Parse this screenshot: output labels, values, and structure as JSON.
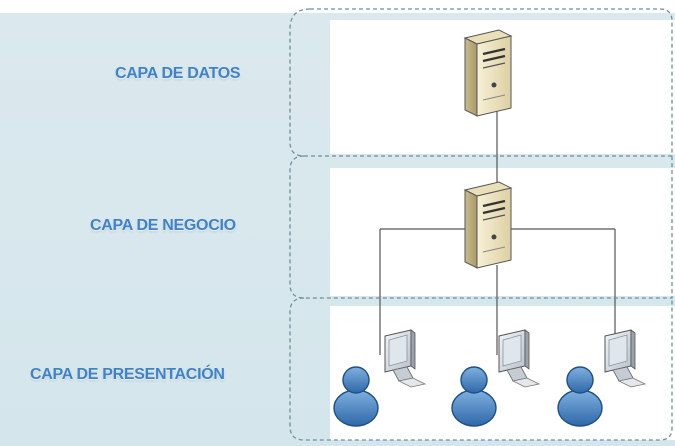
{
  "layers": [
    {
      "id": "data",
      "label": "CAPA DE DATOS"
    },
    {
      "id": "business",
      "label": "CAPA DE NEGOCIO"
    },
    {
      "id": "presentation",
      "label": "CAPA DE PRESENTACIÓN"
    }
  ],
  "colors": {
    "label": "#3f83c6",
    "panel": "#d6e7ed",
    "content_bg": "#ffffff",
    "dashed_border": "#6f8f9c",
    "server_body": "#efe6c6",
    "user_figure": "#4f86c2"
  }
}
